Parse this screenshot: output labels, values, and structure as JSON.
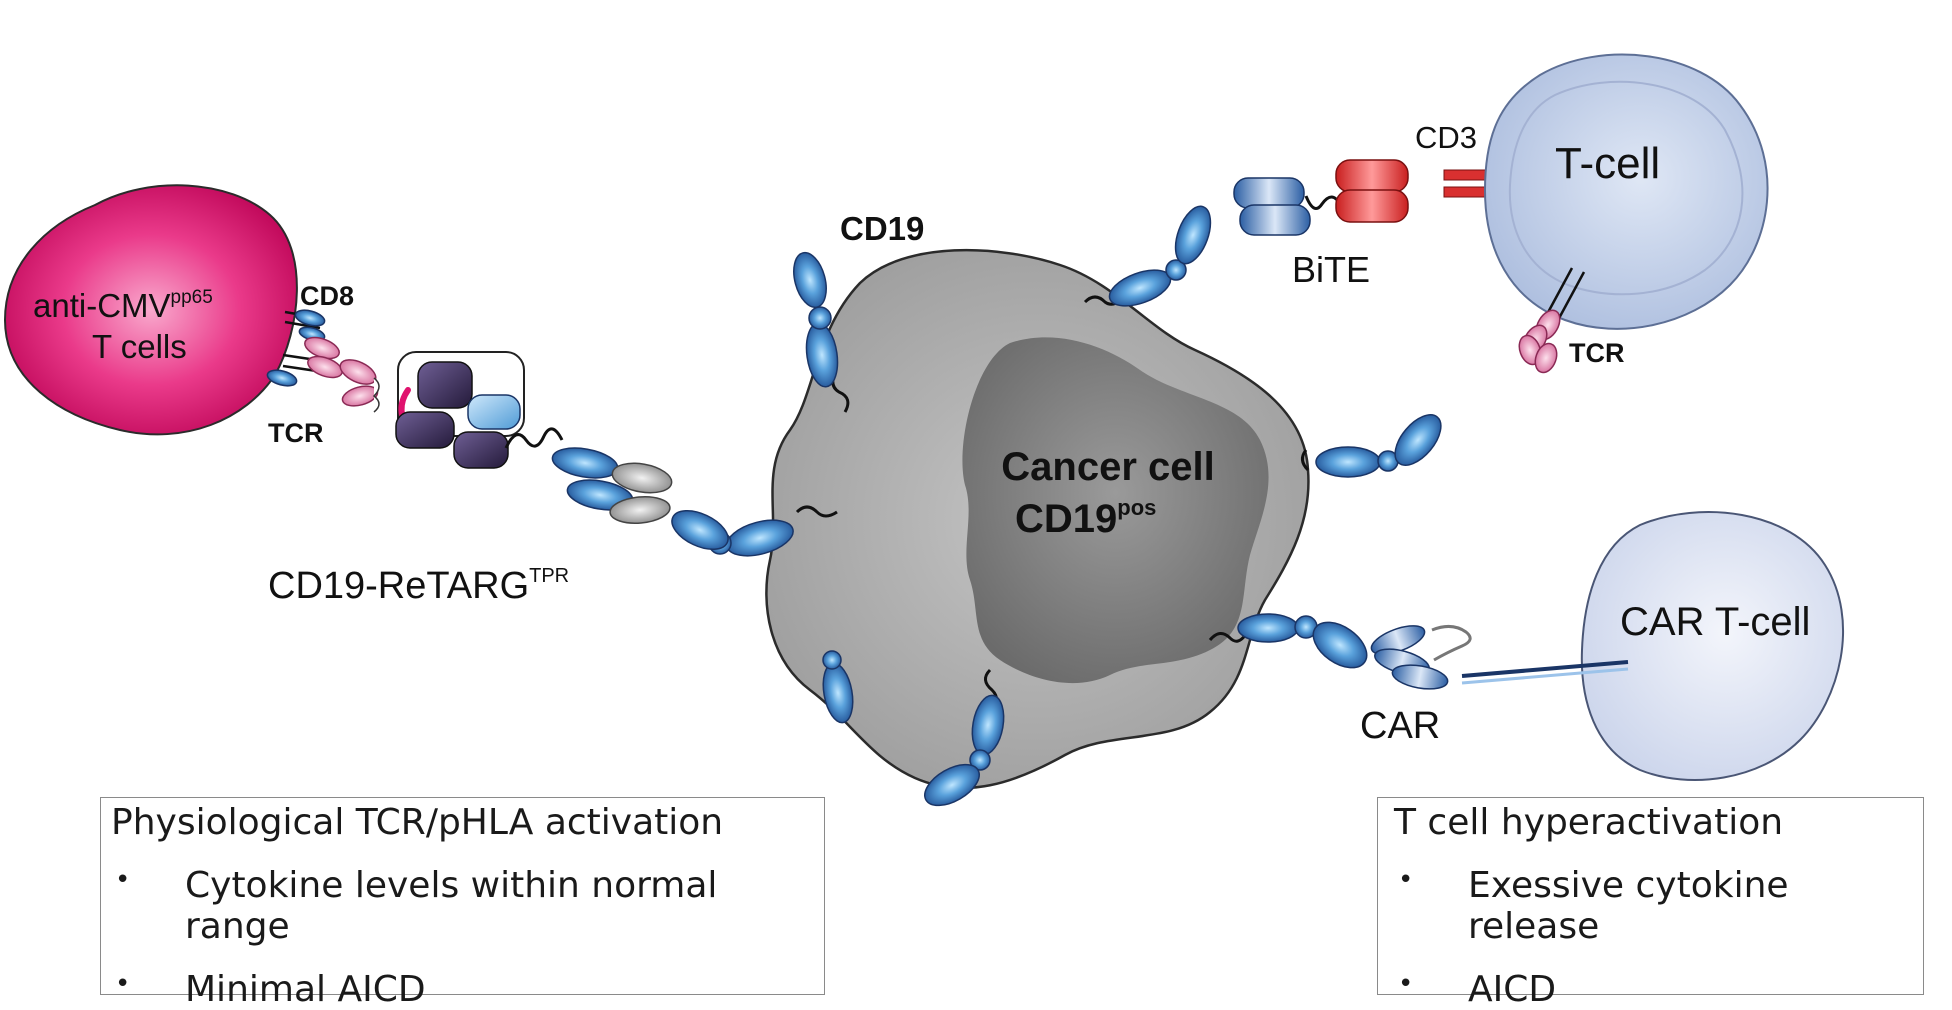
{
  "cells": {
    "anti_cmv": {
      "line1": "anti-CMV",
      "line1_sup": "pp65",
      "line2": "T cells"
    },
    "cancer": {
      "line1": "Cancer cell",
      "line2": "CD19",
      "line2_sup": "pos"
    },
    "t_cell": {
      "label": "T-cell"
    },
    "car_t_cell": {
      "label": "CAR T-cell"
    }
  },
  "labels": {
    "cd8": "CD8",
    "tcr_left": "TCR",
    "cd19_retarg": "CD19-ReTARG",
    "cd19_retarg_sup": "TPR",
    "cd19_marker": "CD19",
    "bite": "BiTE",
    "cd3": "CD3",
    "tcr_right": "TCR",
    "car": "CAR"
  },
  "boxes": {
    "left": {
      "title": "Physiological TCR/pHLA activation",
      "items": [
        "Cytokine levels within normal range",
        "Minimal AICD"
      ]
    },
    "right": {
      "title": "T cell hyperactivation",
      "items": [
        "Exessive cytokine release",
        "AICD"
      ]
    }
  },
  "colors": {
    "anti_cmv_cell": "#e0126e",
    "cancer_cell": "#a9a9a9",
    "cancer_nucleus": "#7a7a7a",
    "t_cell": "#bccbe6",
    "car_t_cell": "#d6ddef",
    "cd19_domain": "#3f7fc4",
    "bite_cd3_arm": "#d93030",
    "retarg_dark": "#3a2c55",
    "tcr_pink": "#e58ab0"
  }
}
